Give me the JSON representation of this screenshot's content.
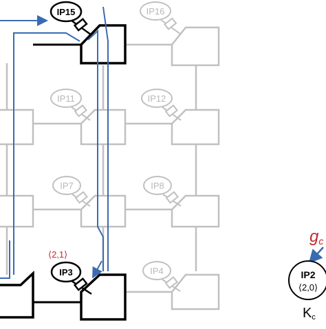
{
  "colors": {
    "active": "#000000",
    "inactive": "#c0c0c0",
    "route": "#3a6bb0",
    "annotation": "#c0282d"
  },
  "ip_labels": {
    "ip15": "IP15",
    "ip16": "IP16",
    "ip11": "IP11",
    "ip12": "IP12",
    "ip7": "IP7",
    "ip8": "IP8",
    "ip3": "IP3",
    "ip4": "IP4",
    "ip2": "IP2"
  },
  "coord_label": "⟨2,1⟩",
  "legend": {
    "symbol_main": "g",
    "symbol_sub": "c",
    "ip2_coord": "⟨2,0⟩",
    "k_main": "K",
    "k_sub": "c"
  }
}
